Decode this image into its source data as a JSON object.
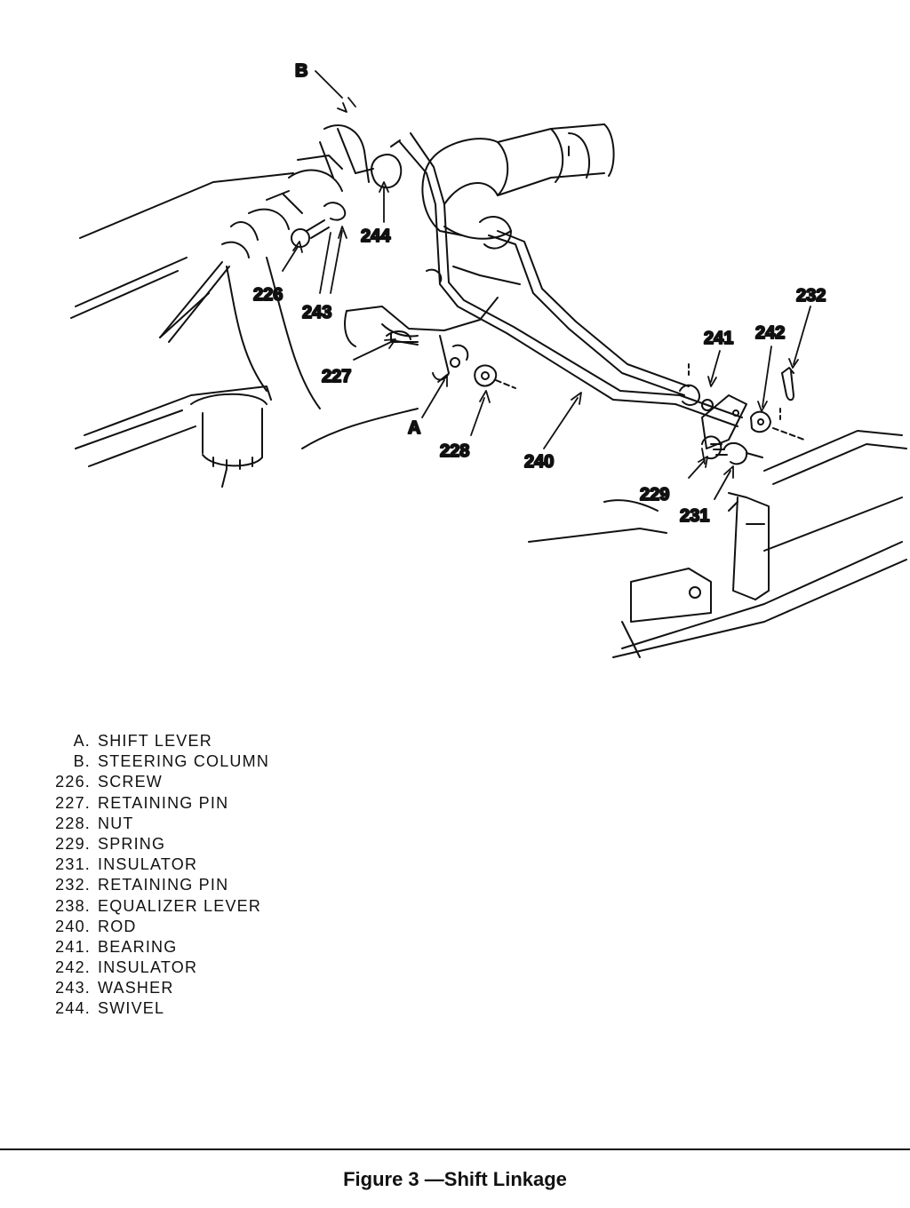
{
  "callouts": {
    "B": "B",
    "A": "A",
    "n226": "226",
    "n243": "243",
    "n244": "244",
    "n227": "227",
    "n228": "228",
    "n240": "240",
    "n241": "241",
    "n242": "242",
    "n232": "232",
    "n229": "229",
    "n231": "231"
  },
  "legend": [
    {
      "code": "A.",
      "label": "SHIFT LEVER"
    },
    {
      "code": "B.",
      "label": "STEERING COLUMN"
    },
    {
      "code": "226.",
      "label": "SCREW"
    },
    {
      "code": "227.",
      "label": "RETAINING PIN"
    },
    {
      "code": "228.",
      "label": "NUT"
    },
    {
      "code": "229.",
      "label": "SPRING"
    },
    {
      "code": "231.",
      "label": "INSULATOR"
    },
    {
      "code": "232.",
      "label": "RETAINING PIN"
    },
    {
      "code": "238.",
      "label": "EQUALIZER LEVER"
    },
    {
      "code": "240.",
      "label": "ROD"
    },
    {
      "code": "241.",
      "label": "BEARING"
    },
    {
      "code": "242.",
      "label": "INSULATOR"
    },
    {
      "code": "243.",
      "label": "WASHER"
    },
    {
      "code": "244.",
      "label": "SWIVEL"
    }
  ],
  "caption": "Figure 3 —Shift  Linkage"
}
